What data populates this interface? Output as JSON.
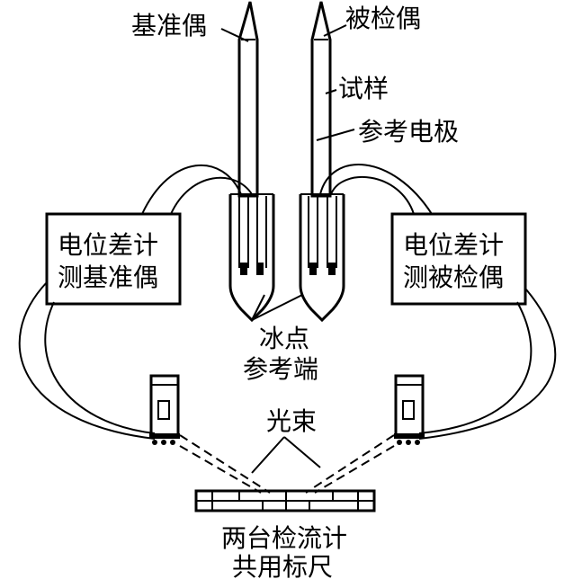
{
  "labels": {
    "reference_couple": "基准偶",
    "test_couple": "被检偶",
    "sample": "试样",
    "reference_electrode": "参考电极",
    "pot_left_line1": "电位差计",
    "pot_left_line2": "测基准偶",
    "pot_right_line1": "电位差计",
    "pot_right_line2": "测被检偶",
    "ice_line1": "冰点",
    "ice_line2": "参考端",
    "light_beam": "光束",
    "scale_line1": "两台检流计",
    "scale_line2": "共用标尺"
  }
}
